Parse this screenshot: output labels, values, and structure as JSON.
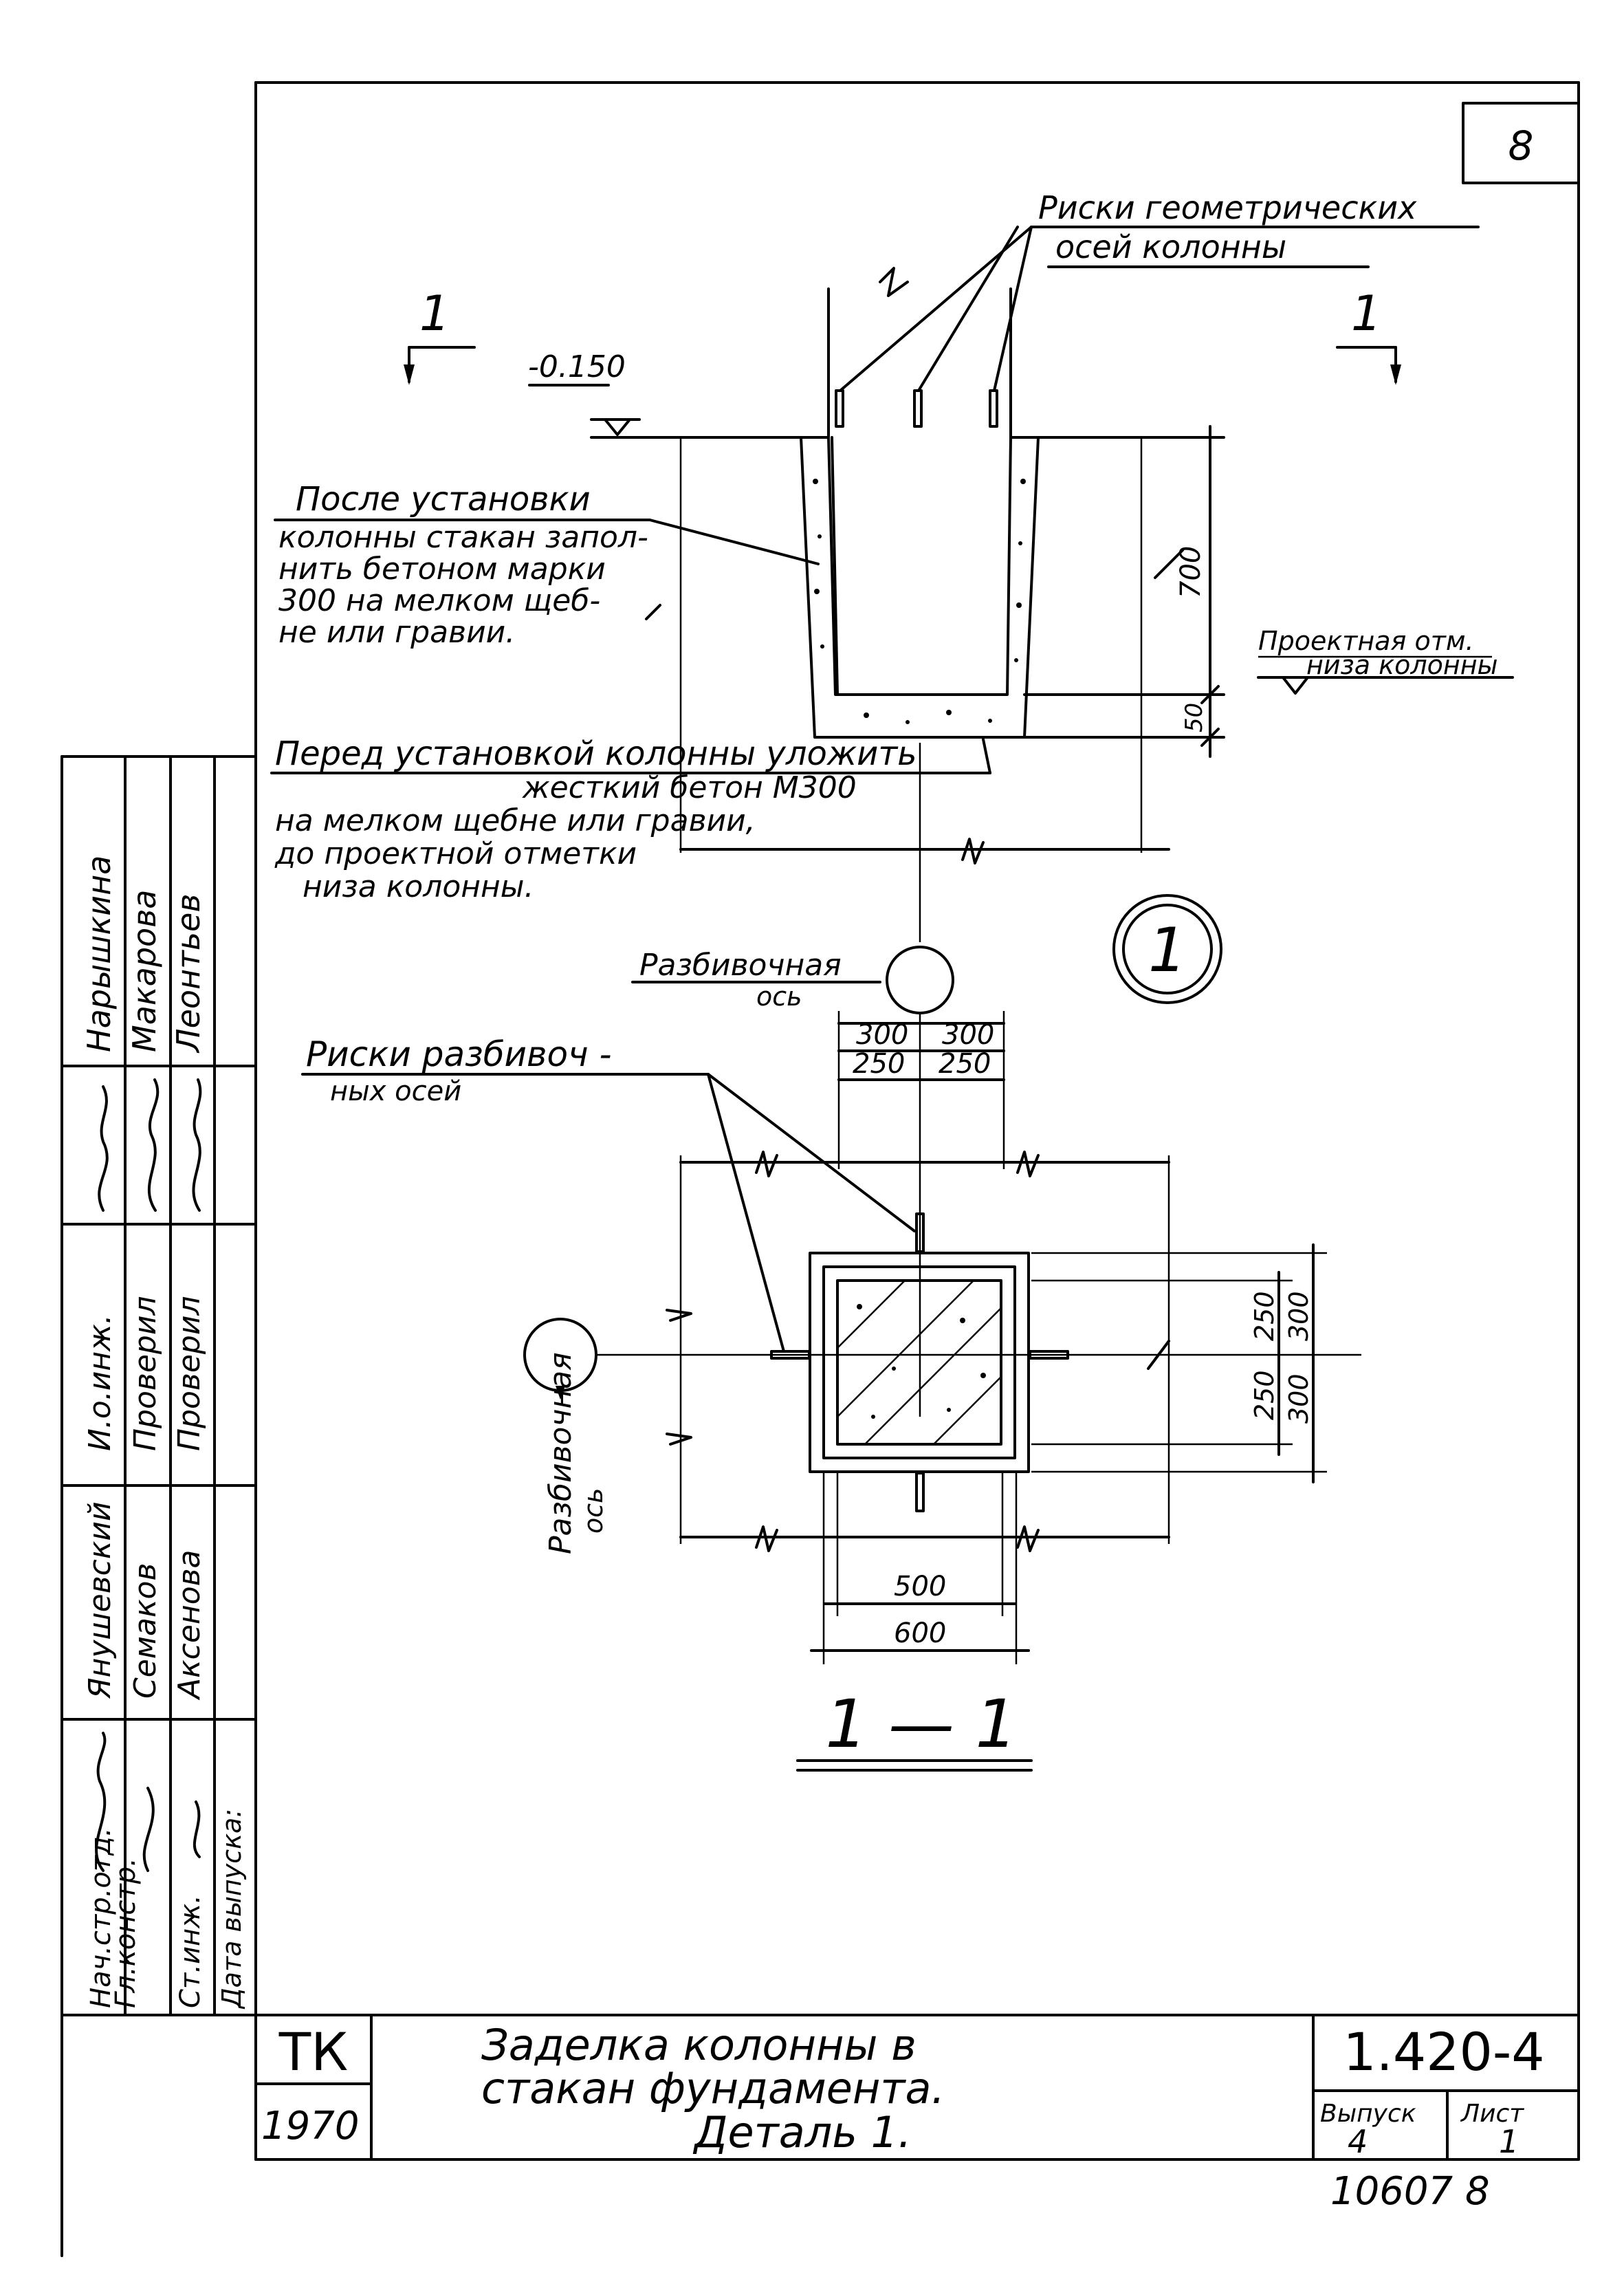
{
  "sheet": {
    "number": "8"
  },
  "section": {
    "mark": "1",
    "title": "1 — 1"
  },
  "elevation": {
    "value": "-0.150"
  },
  "notes": {
    "axis_marks": [
      "Риски геометрических",
      "осей колонны"
    ],
    "after_install": [
      "После установки",
      "колонны стакан запол-",
      "нить бетоном марки",
      "300 на мелком щеб-",
      "не или гравии."
    ],
    "before_install": [
      "Перед установкой колонны уложить",
      "жесткий бетон   М300",
      "на мелком щебне или гравии,",
      "до проектной отметки",
      "низа колонны."
    ],
    "design_mark": [
      "Проектная отм.",
      "низа колонны"
    ],
    "layout_axis_top": [
      "Разбивочная",
      "ось"
    ],
    "layout_axis_left": [
      "Разбивочная",
      "ось"
    ],
    "layout_marks": [
      "Риски разбивоч -",
      "ных   осей"
    ]
  },
  "detail_circle": {
    "label": "1"
  },
  "dimensions": {
    "depth_700": "700",
    "depth_50": "50",
    "top_300_left": "300",
    "top_300_right": "300",
    "top_250_left": "250",
    "top_250_right": "250",
    "right_250_top": "250",
    "right_300_top": "300",
    "right_250_bottom": "250",
    "right_300_bottom": "300",
    "bottom_500": "500",
    "bottom_600": "600"
  },
  "approval_table": {
    "rows": [
      {
        "role": "Нач.стр.отд.",
        "name": "Янушевский"
      },
      {
        "role": "Гл.констр.",
        "name": "Семаков"
      },
      {
        "role": "",
        "name": ""
      },
      {
        "role": "Ст.инж.",
        "name": "Аксенова"
      },
      {
        "role": "Дата выпуска:",
        "name": ""
      }
    ],
    "rows2": [
      {
        "role": "И.о.инж.",
        "name": "Нарышкина"
      },
      {
        "role": "Проверил",
        "name": "Макарова"
      },
      {
        "role": "Проверил",
        "name": "Леонтьев"
      }
    ]
  },
  "title_block": {
    "org": "ТК",
    "year": "1970",
    "title_lines": [
      "Заделка   колонны   в",
      "стакан   фундамента.",
      "Деталь   1."
    ],
    "code": "1.420-4",
    "issue_label": "Выпуск",
    "sheet_label": "Лист",
    "issue": "4",
    "sheet": "1",
    "inventory": "10607   8"
  }
}
